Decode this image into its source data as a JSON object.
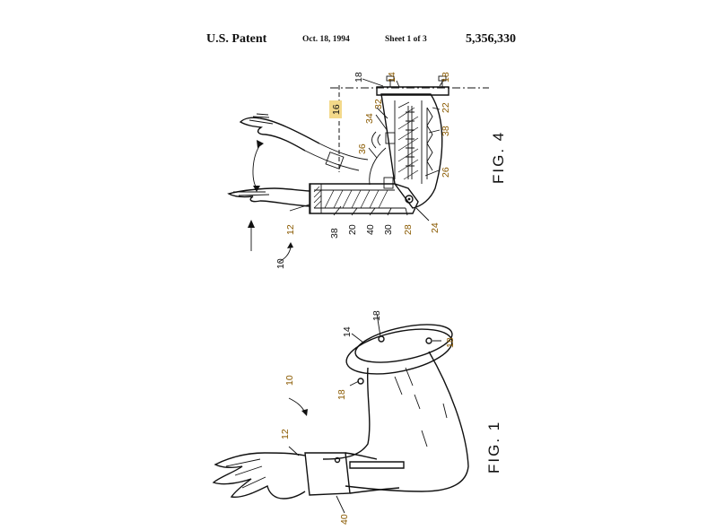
{
  "header": {
    "title": "U.S. Patent",
    "date": "Oct. 18, 1994",
    "sheet": "Sheet 1 of 3",
    "patent_number": "5,356,330"
  },
  "figures": {
    "fig4": {
      "caption": "FIG. 4",
      "labels": {
        "n10": "10",
        "n12": "12",
        "n14": "14",
        "n16": "16",
        "n18a": "18",
        "n18b": "18",
        "n20": "20",
        "n22": "22",
        "n24": "24",
        "n26": "26",
        "n28": "28",
        "n30": "30",
        "n32": "32",
        "n34": "34",
        "n36": "36",
        "n38a": "38",
        "n38b": "38",
        "n40": "40"
      }
    },
    "fig1": {
      "caption": "FIG. 1",
      "labels": {
        "n10": "10",
        "n12": "12",
        "n14": "14",
        "n18a": "18",
        "n18b": "18",
        "n18c": "18",
        "n40": "40"
      }
    }
  },
  "colors": {
    "highlight": "#f3d98a",
    "ink": "#111111",
    "highlight_text": "#8a5a00"
  }
}
